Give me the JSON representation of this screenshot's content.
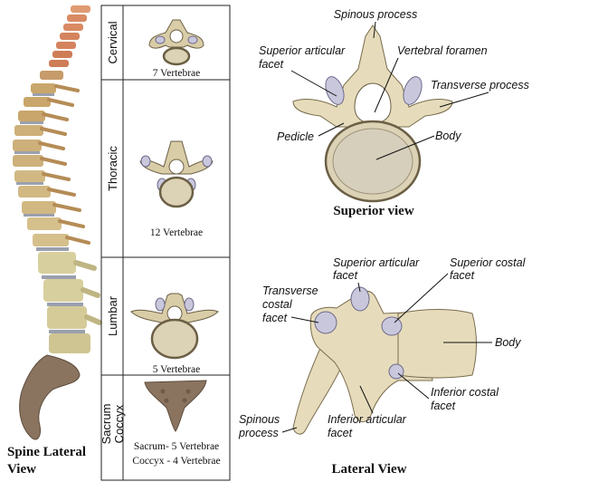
{
  "spine_table": {
    "regions": [
      {
        "name": "Cervical",
        "count": "7 Vertebrae"
      },
      {
        "name": "Thoracic",
        "count": "12 Vertebrae"
      },
      {
        "name": "Lumbar",
        "count": "5 Vertebrae"
      },
      {
        "name": "Sacrum\nCoccyx",
        "count": "Sacrum- 5 Vertebrae\nCoccyx - 4 Vertebrae"
      }
    ]
  },
  "spine_caption": {
    "line1": "Spine Lateral",
    "line2": "View"
  },
  "superior_view": {
    "title": "Superior view",
    "labels": {
      "spinous_process": "Spinous process",
      "superior_articular_facet_1": "Superior articular",
      "superior_articular_facet_2": "facet",
      "vertebral_foramen": "Vertebral foramen",
      "transverse_process": "Transverse process",
      "pedicle": "Pedicle",
      "body": "Body"
    }
  },
  "lateral_view": {
    "title": "Lateral View",
    "labels": {
      "superior_articular_facet_1": "Superior articular",
      "superior_articular_facet_2": "facet",
      "superior_costal_facet_1": "Superior costal",
      "superior_costal_facet_2": "facet",
      "transverse_costal_facet_1": "Transverse",
      "transverse_costal_facet_2": "costal",
      "transverse_costal_facet_3": "facet",
      "body": "Body",
      "inferior_costal_facet_1": "Inferior costal",
      "inferior_costal_facet_2": "facet",
      "inferior_articular_facet_1": "Inferior articular",
      "inferior_articular_facet_2": "facet",
      "spinous_process_1": "Spinous",
      "spinous_process_2": "process"
    }
  },
  "colors": {
    "cervical": "#d98a63",
    "thoracic": "#c9a66b",
    "lumbar": "#d8cf9e",
    "sacrum": "#8a7460",
    "disc": "#9aa0ad",
    "bone": "#d9cda8",
    "facet": "#c9c7dc"
  }
}
